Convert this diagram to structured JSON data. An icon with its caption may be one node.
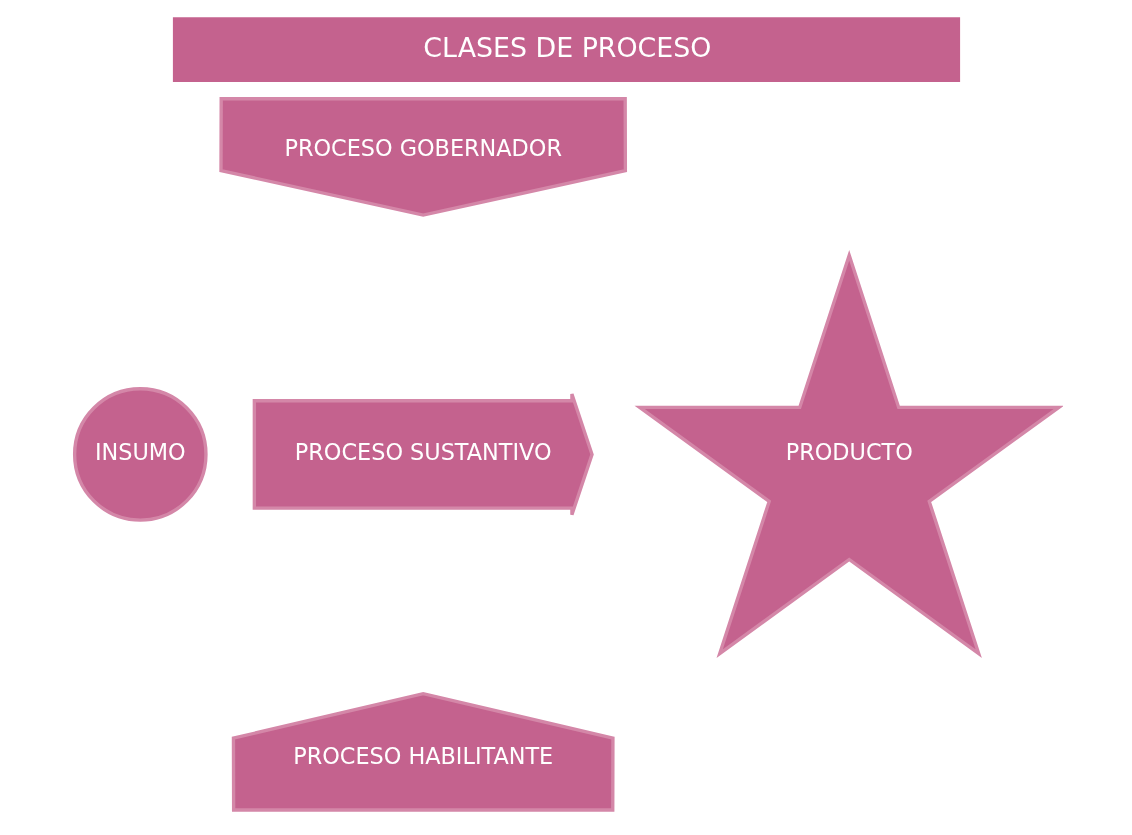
{
  "diagram": {
    "title": "CLASES DE PROCESO",
    "nodes": [
      {
        "text": [
          "PROCESO GOBERNADOR"
        ]
      },
      {
        "text": [
          "INSUMO"
        ]
      },
      {
        "text": [
          "PROCESO SUSTANTIVO"
        ]
      },
      {
        "text": [
          "PRODUCTO"
        ]
      },
      {
        "text": [
          "PROCESO HABILITANTE"
        ]
      }
    ],
    "edges": []
  }
}
